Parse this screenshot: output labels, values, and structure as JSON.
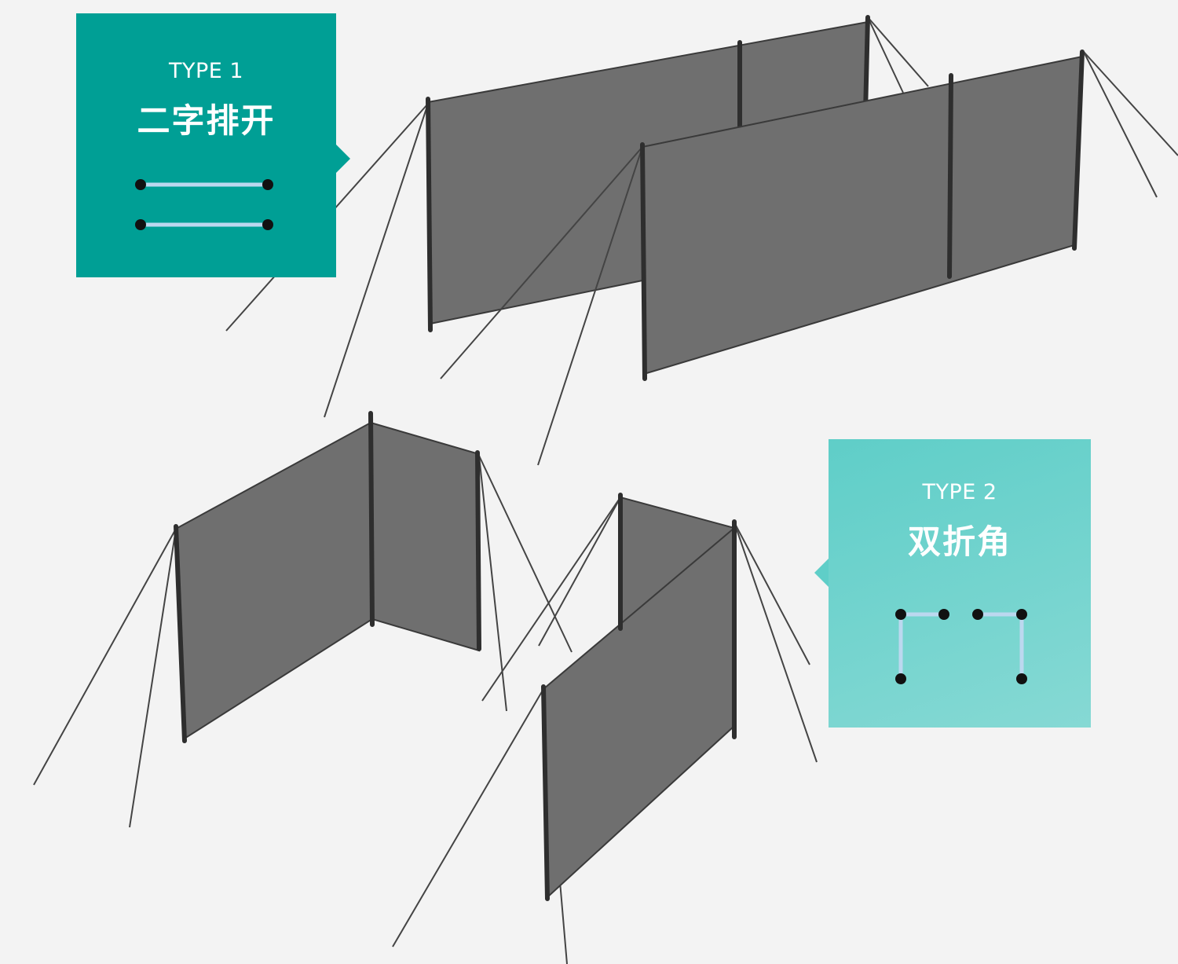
{
  "callouts": [
    {
      "type_label": "TYPE 1",
      "title": "二字排开",
      "icon": "two-parallel-lines-icon"
    },
    {
      "type_label": "TYPE 2",
      "title": "双折角",
      "icon": "double-folded-corner-icon"
    }
  ],
  "colors": {
    "background": "#f3f3f3",
    "callout_type1": "#009f95",
    "callout_type2": "#5fcec8",
    "panel_fill": "#6f6f6f",
    "panel_edge": "#3a3a3a",
    "pole": "#2e2e2e",
    "guy_line": "#444444",
    "icon_line": "#bcd8ef",
    "icon_node": "#111111"
  }
}
